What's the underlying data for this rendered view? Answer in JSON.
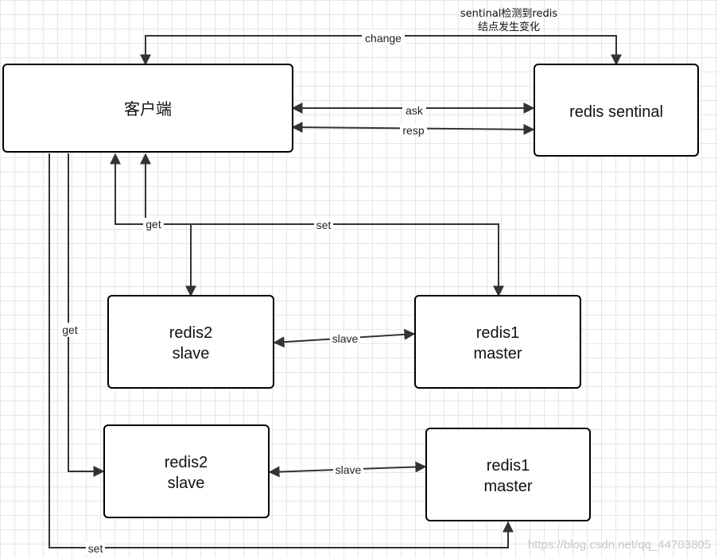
{
  "diagram": {
    "nodes": {
      "client": "客户端",
      "sentinel": "redis sentinal",
      "slave_1_line1": "redis2",
      "slave_1_line2": "slave",
      "master_1_line1": "redis1",
      "master_1_line2": "master",
      "slave_2_line1": "redis2",
      "slave_2_line2": "slave",
      "master_2_line1": "redis1",
      "master_2_line2": "master"
    },
    "note": {
      "line1": "sentinal检测到redis",
      "line2": "结点发生变化"
    },
    "edges": {
      "change": "change",
      "ask": "ask",
      "resp": "resp",
      "get_top": "get",
      "set_top": "set",
      "get_left": "get",
      "slave_row1": "slave",
      "slave_row2": "slave",
      "set_bottom": "set"
    }
  },
  "watermark": "https://blog.csdn.net/qq_44703805"
}
